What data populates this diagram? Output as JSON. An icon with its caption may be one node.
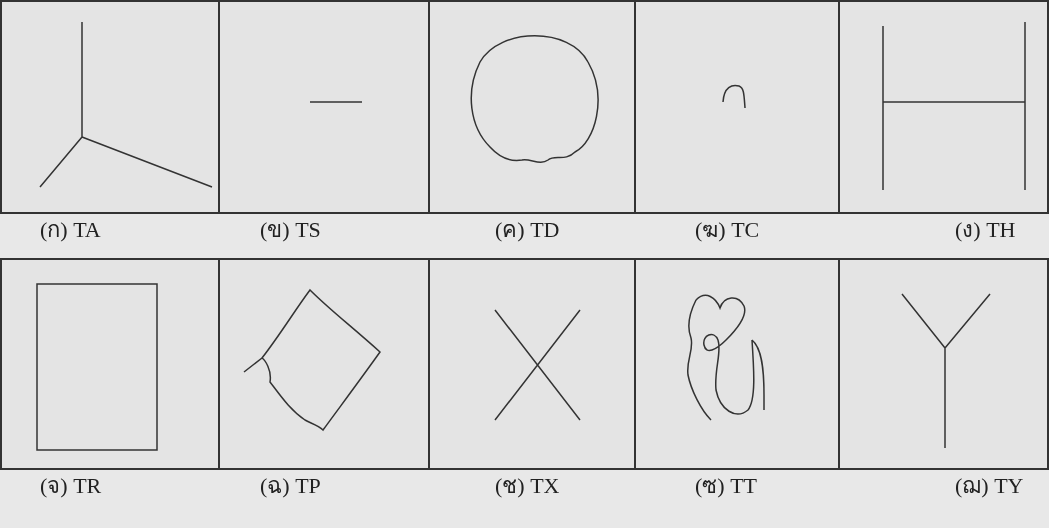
{
  "diagram": {
    "nodes": [
      {
        "text": [],
        "shape": "picture",
        "beside": [
          "(ก) TA"
        ]
      },
      {
        "text": [],
        "shape": "picture",
        "beside": [
          "(ข) TS"
        ]
      },
      {
        "text": [],
        "shape": "picture",
        "beside": [
          "(ค) TD"
        ]
      },
      {
        "text": [],
        "shape": "picture",
        "beside": [
          "(ฆ) TC"
        ]
      },
      {
        "text": [],
        "shape": "picture",
        "beside": [
          "(ง) TH"
        ]
      },
      {
        "text": [],
        "shape": "picture",
        "beside": [
          "(จ) TR"
        ]
      },
      {
        "text": [],
        "shape": "picture",
        "beside": [
          "(ฉ) TP"
        ]
      },
      {
        "text": [],
        "shape": "picture",
        "beside": [
          "(ช) TX"
        ]
      },
      {
        "text": [],
        "shape": "picture",
        "beside": [
          "(ซ) TT"
        ]
      },
      {
        "text": [],
        "shape": "picture",
        "beside": [
          "(ฌ) TY"
        ]
      }
    ]
  }
}
